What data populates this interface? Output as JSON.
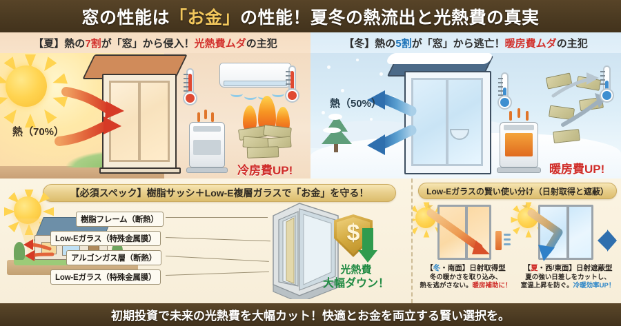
{
  "title": {
    "part1": "窓の性能は",
    "gold": "「お金」",
    "part2": "の性能！夏冬の熱流出と光熱費の真実"
  },
  "footer": {
    "text": "初期投資で未来の光熱費を大幅カット！快適とお金を両立する賢い選択を。"
  },
  "summer_panel": {
    "head_a": "【夏】熱の",
    "head_red1": "7割",
    "head_b": "が「窓」から侵入！",
    "head_red2": "光熱費ムダ",
    "head_c": "の主犯",
    "heat_label": "熱（70%）",
    "cost_label": "冷房費UP!",
    "icons": {
      "sun": "sun-icon",
      "thermometer": "thermometer-hot-icon",
      "air_conditioner": "air-conditioner-icon",
      "heater": "heater-icon",
      "burning_money": "burning-money-icon"
    }
  },
  "winter_panel": {
    "head_a": "【冬】熱の",
    "head_blue": "5割",
    "head_b": "が「窓」から逃亡！",
    "head_red": "暖房費ムダ",
    "head_c": "の主犯",
    "heat_label": "熱（50%）",
    "cost_label": "暖房費UP!",
    "icons": {
      "snow": "snowflake-icon",
      "pine_tree": "pine-tree-icon",
      "thermometer": "thermometer-cold-icon",
      "heater": "heater-glow-icon",
      "flying_money": "flying-money-icon"
    }
  },
  "spec_panel": {
    "header": "【必須スペック】樹脂サッシ＋Low-E複層ガラスで「お金」を守る！",
    "labels": [
      "樹脂フレーム（断熱）",
      "Low-Eガラス（特殊金属膜）",
      "アルゴンガス層（断熱）",
      "Low-Eガラス（特殊金属膜）"
    ],
    "benefit_line1": "光熱費",
    "benefit_line2": "大幅ダウン！",
    "shield_symbol": "$",
    "icons": {
      "house": "house-icon",
      "sun": "sun-icon",
      "shield": "money-shield-icon",
      "down_arrow": "green-down-arrow-icon",
      "glass_unit": "glass-cutaway-icon"
    }
  },
  "lowe_panel": {
    "header": "Low-Eガラスの賢い使い分け（日射取得と遮蔽）",
    "cards": [
      {
        "title_bracket_open": "【",
        "title_season": "冬",
        "title_rest": "・南面】日射取得型",
        "body1": "冬の暖かさを取り込み、",
        "body2": "熱を逃がさない。",
        "highlight": "暖房補助に！",
        "icon": "sun-through-window-icon"
      },
      {
        "title_bracket_open": "【",
        "title_season": "夏",
        "title_rest": "・西/東面】日射遮蔽型",
        "body1": "夏の強い日差しをカットし、",
        "body2": "室温上昇を防ぐ。",
        "highlight": "冷暖効率UP！",
        "icon": "sun-reflected-window-icon"
      }
    ]
  },
  "colors": {
    "title_bg": "#4b3a21",
    "title_gold": "#f2c75c",
    "summer_bg": "#fbe0bc",
    "winter_bg": "#e4f1fa",
    "accent_red": "#cf2c28",
    "accent_blue": "#2d86c8",
    "accent_green": "#1f8a42",
    "pill_gold": "#e8cf8c"
  }
}
